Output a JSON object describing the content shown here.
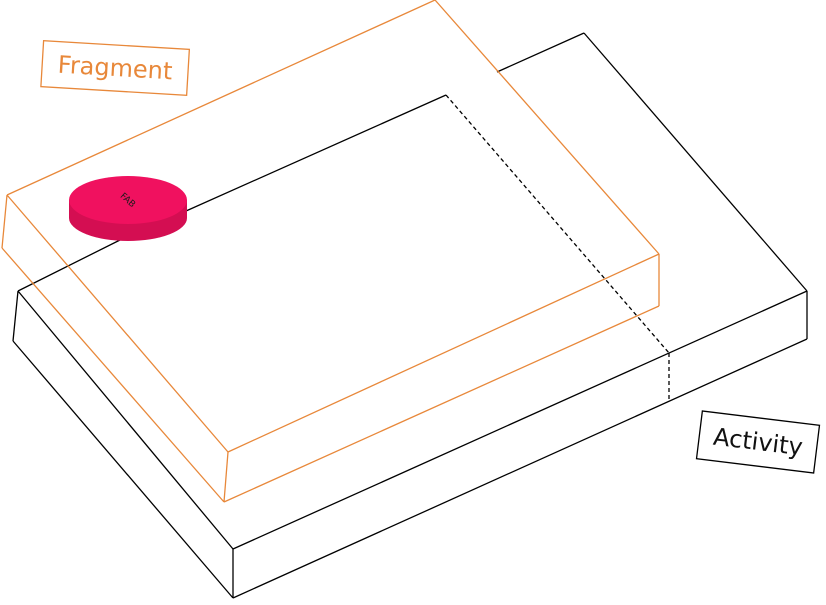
{
  "labels": {
    "fragment": "Fragment",
    "activity": "Activity",
    "fab": "FAB"
  },
  "colors": {
    "fragment_outline": "#E8883A",
    "activity_outline": "#000000",
    "fab_fill": "#F0115F",
    "fab_side": "#D40E52",
    "background": "#FFFFFF"
  }
}
